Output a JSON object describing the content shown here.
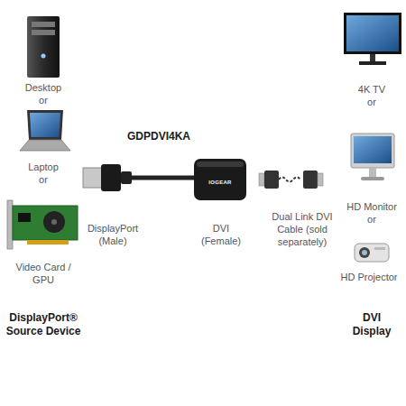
{
  "diagram": {
    "title": "GDPDVI4KA",
    "labels": [
      "Desktop or",
      "Laptop or",
      "Video Card / GPU",
      "DisplayPort® Source Device",
      "DisplayPort (Male)",
      "IOGEAR",
      "DVI (Female)",
      "Dual Link DVI Cable (sold separately)",
      "4K TV or",
      "HD Monitor or",
      "HD Projector",
      "DVI Display"
    ]
  }
}
